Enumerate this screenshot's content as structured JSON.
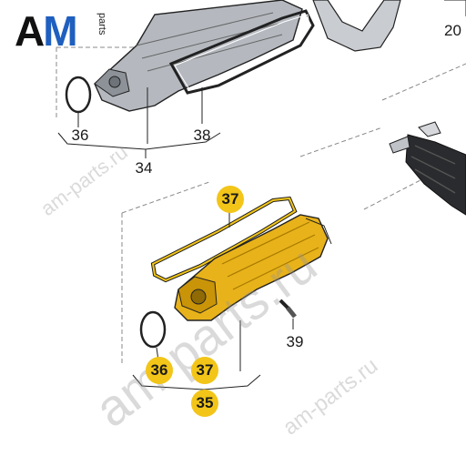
{
  "logo": {
    "brand_a": "A",
    "brand_m": "M",
    "brand_sub": "parts"
  },
  "watermarks": {
    "small_left": "am-parts.ru",
    "large_center": "am-parts.ru",
    "small_right": "am-parts.ru"
  },
  "callouts": {
    "top_36": "36",
    "top_38": "38",
    "top_34": "34",
    "top_right_partial": "20",
    "bottom_37_upper": "37",
    "bottom_39": "39",
    "bottom_36": "36",
    "bottom_37_lower": "37",
    "bottom_35": "35"
  },
  "colors": {
    "highlight": "#f2c518",
    "part_fill": "#e8b21a",
    "line": "#333333"
  }
}
